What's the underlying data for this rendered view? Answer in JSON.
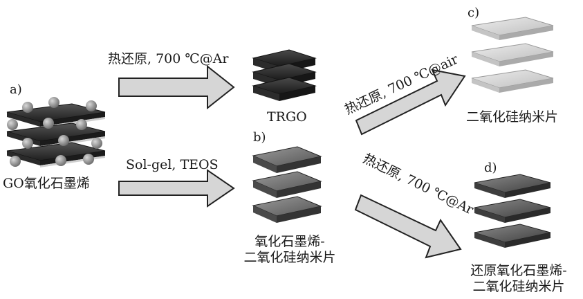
{
  "panels": {
    "a": "a)",
    "b": "b)",
    "c": "c)",
    "d": "d)"
  },
  "arrows": {
    "go_to_trgo": "热还原, 700 ℃@Ar",
    "go_to_composite": "Sol-gel, TEOS",
    "composite_to_silica": "热还原, 700 ℃@air",
    "composite_to_reduced": "热还原, 700 ℃@Ar"
  },
  "stacks": {
    "go": {
      "caption": "GO氧化石墨烯"
    },
    "trgo": {
      "caption": "TRGO"
    },
    "composite": {
      "caption_line1": "氧化石墨烯-",
      "caption_line2": "二氧化硅纳米片"
    },
    "silica": {
      "caption": "二氧化硅纳米片"
    },
    "reduced": {
      "caption_line1": "还原氧化石墨烯-",
      "caption_line2": "二氧化硅纳米片"
    }
  },
  "colors": {
    "arrow_fill": "#d6d6d6",
    "arrow_stroke": "#222222",
    "go_sheet": "#3a3a3a",
    "trgo_sheet": "#2e2e2e",
    "composite_sheet": "#6e6e6e",
    "silica_sheet": "#cfcfcf",
    "reduced_sheet": "#5a5a5a",
    "bead": "#8a8a8a"
  }
}
